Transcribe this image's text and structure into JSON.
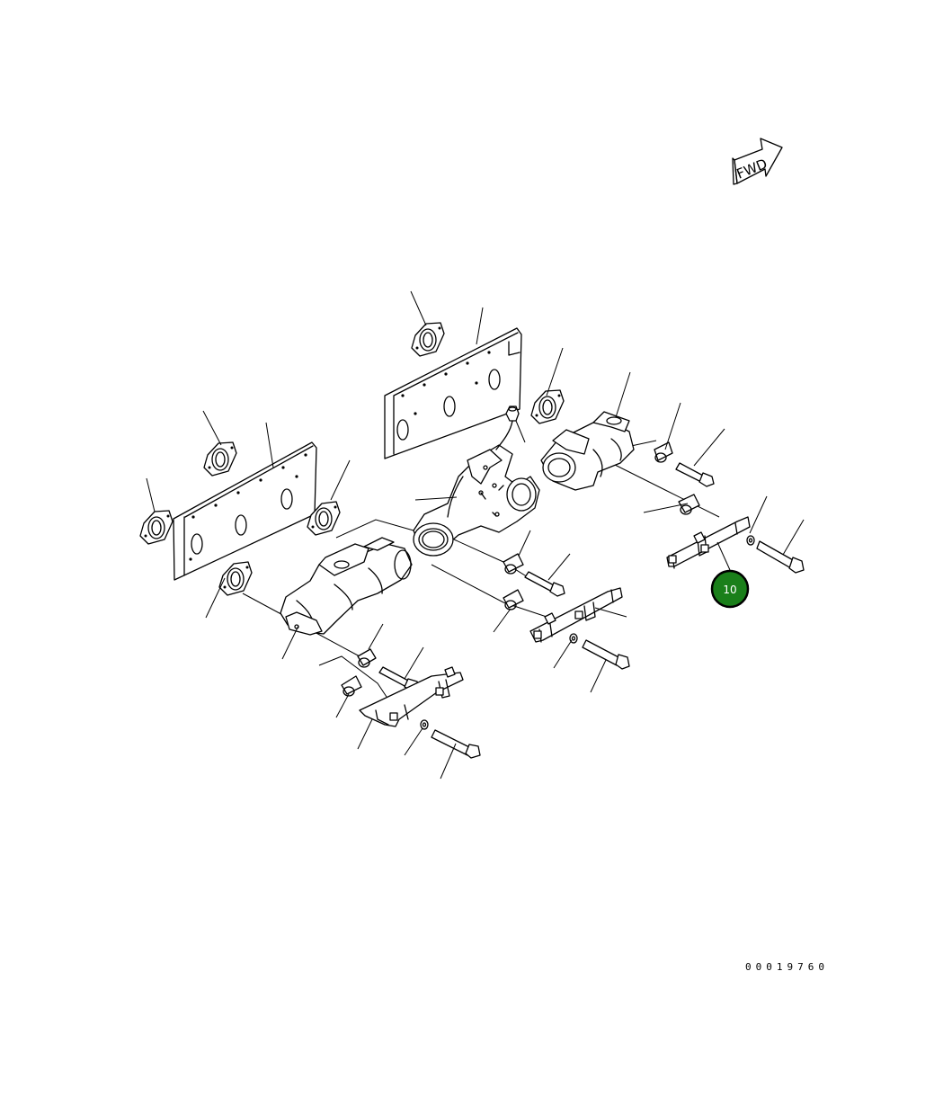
{
  "direction_marker": {
    "label": "FWD",
    "icon": "forward-arrow-icon"
  },
  "figure_number": "00019760",
  "callout": {
    "label": "10",
    "fill": "#1a7f1a",
    "stroke": "#000000"
  }
}
